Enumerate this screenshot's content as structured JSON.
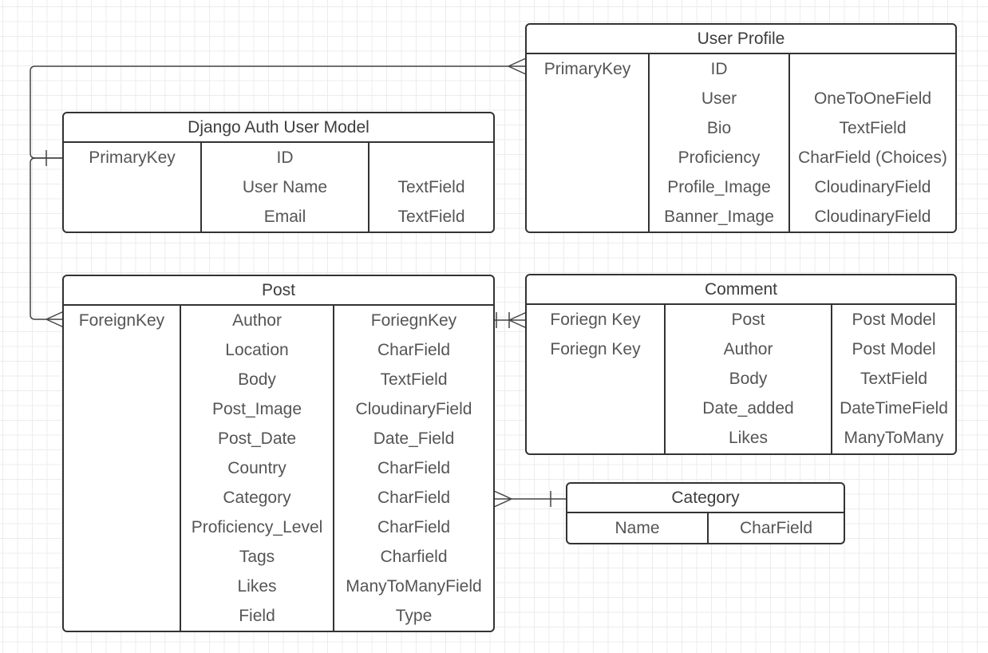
{
  "entities": {
    "user_profile": {
      "title": "User Profile",
      "keys": [
        "PrimaryKey"
      ],
      "fields": [
        "ID",
        "User",
        "Bio",
        "Proficiency",
        "Profile_Image",
        "Banner_Image"
      ],
      "types": [
        "",
        "OneToOneField",
        "TextField",
        "CharField (Choices)",
        "CloudinaryField",
        "CloudinaryField"
      ]
    },
    "auth_user": {
      "title": "Django Auth User Model",
      "keys": [
        "PrimaryKey"
      ],
      "fields": [
        "ID",
        "User Name",
        "Email"
      ],
      "types": [
        "",
        "TextField",
        "TextField"
      ]
    },
    "post": {
      "title": "Post",
      "keys": [
        "ForeignKey"
      ],
      "fields": [
        "Author",
        "Location",
        "Body",
        "Post_Image",
        "Post_Date",
        "Country",
        "Category",
        "Proficiency_Level",
        "Tags",
        "Likes",
        "Field"
      ],
      "types": [
        "ForiegnKey",
        "CharField",
        "TextField",
        "CloudinaryField",
        "Date_Field",
        "CharField",
        "CharField",
        "CharField",
        "Charfield",
        "ManyToManyField",
        "Type"
      ]
    },
    "comment": {
      "title": "Comment",
      "keys": [
        "Foriegn Key",
        "Foriegn Key"
      ],
      "fields": [
        "Post",
        "Author",
        "Body",
        "Date_added",
        "Likes"
      ],
      "types": [
        "Post Model",
        "Post Model",
        "TextField",
        "DateTimeField",
        "ManyToMany"
      ]
    },
    "category": {
      "title": "Category",
      "fields": [
        "Name"
      ],
      "types": [
        "CharField"
      ]
    }
  },
  "colors": {
    "border": "#333333",
    "text": "#555555",
    "grid": "#ececec"
  }
}
